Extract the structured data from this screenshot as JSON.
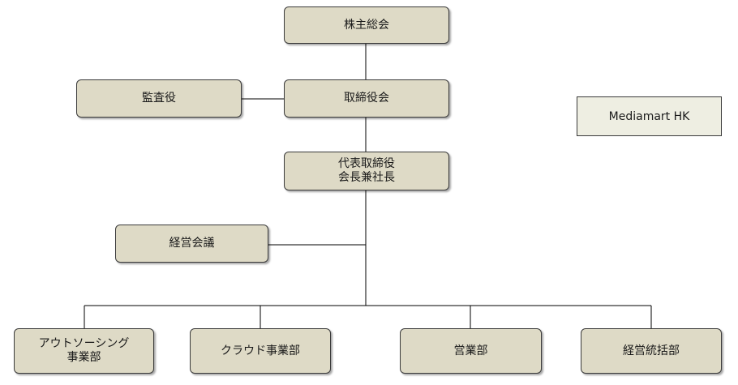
{
  "org": {
    "shareholders": "株主総会",
    "auditor": "監査役",
    "board": "取締役会",
    "ceo": "代表取締役\n会長兼社長",
    "management_meeting": "経営会議",
    "outsourcing": "アウトソーシング\n事業部",
    "cloud": "クラウド事業部",
    "sales": "営業部",
    "management_planning": "経営統括部"
  },
  "affiliate": "Mediamart HK",
  "colors": {
    "box_fill": "#dedac6",
    "border": "#3a3a3a",
    "line": "#000000",
    "affiliate_fill": "#eeeee2"
  }
}
